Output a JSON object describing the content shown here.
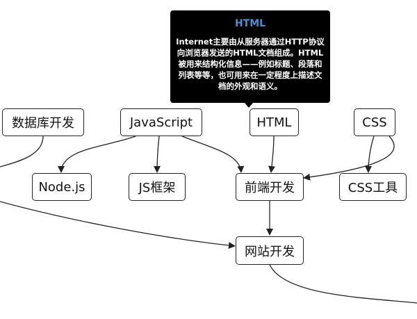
{
  "tooltip": {
    "title": "HTML",
    "body": "Internet主要由从服务器通过HTTP协议向浏览器发送的HTML文档组成。HTML被用来结构化信息——例如标题、段落和列表等等，也可用来在一定程度上描述文档的外观和语义。"
  },
  "nodes": {
    "database_dev": "数据库开发",
    "javascript": "JavaScript",
    "html": "HTML",
    "css": "CSS",
    "nodejs": "Node.js",
    "js_framework": "JS框架",
    "frontend_dev": "前端开发",
    "css_tools": "CSS工具",
    "website_dev": "网站开发"
  },
  "edges": [
    {
      "from": "javascript",
      "to": "nodejs"
    },
    {
      "from": "javascript",
      "to": "js_framework"
    },
    {
      "from": "javascript",
      "to": "frontend_dev"
    },
    {
      "from": "html",
      "to": "frontend_dev"
    },
    {
      "from": "css",
      "to": "frontend_dev"
    },
    {
      "from": "css",
      "to": "css_tools"
    },
    {
      "from": "frontend_dev",
      "to": "website_dev"
    }
  ],
  "colors": {
    "line": "#222222",
    "tooltip_bg": "#000000",
    "tooltip_title": "#4a8fd6"
  }
}
